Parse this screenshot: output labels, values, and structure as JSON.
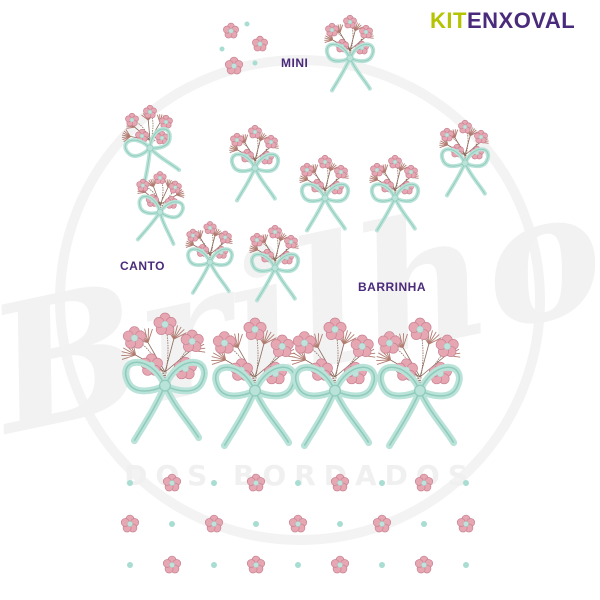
{
  "header": {
    "brand_prefix": "KIT",
    "brand_suffix": "ENXOVAL",
    "prefix_color": "#b5c400",
    "suffix_color": "#4a2a7a"
  },
  "labels": {
    "mini": "MINI",
    "canto": "CANTO",
    "barrinha": "BARRINHA"
  },
  "watermark": {
    "script_text": "Brilho",
    "ring_text": "DOS BORDADOS"
  },
  "palette": {
    "flower_petal": "#e6a6b2",
    "flower_stroke": "#c98493",
    "flower_center": "#bfe3dc",
    "bow": "#b9e3d8",
    "bow_stroke": "#8fcabb",
    "stem": "#8a6a5a",
    "dandelion": "#b07a6e",
    "dot": "#a8ddd2"
  },
  "icons": [
    "flower-icon",
    "bow-icon",
    "dandelion-icon",
    "dot-icon"
  ]
}
